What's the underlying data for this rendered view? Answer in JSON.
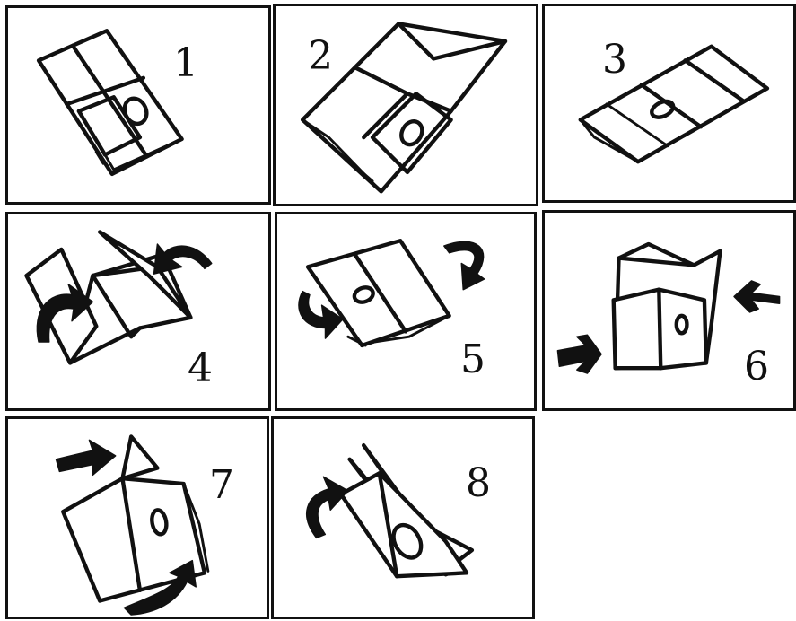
{
  "steps": [
    {
      "number": "1"
    },
    {
      "number": "2"
    },
    {
      "number": "3"
    },
    {
      "number": "4"
    },
    {
      "number": "5"
    },
    {
      "number": "6"
    },
    {
      "number": "7"
    },
    {
      "number": "8"
    }
  ]
}
